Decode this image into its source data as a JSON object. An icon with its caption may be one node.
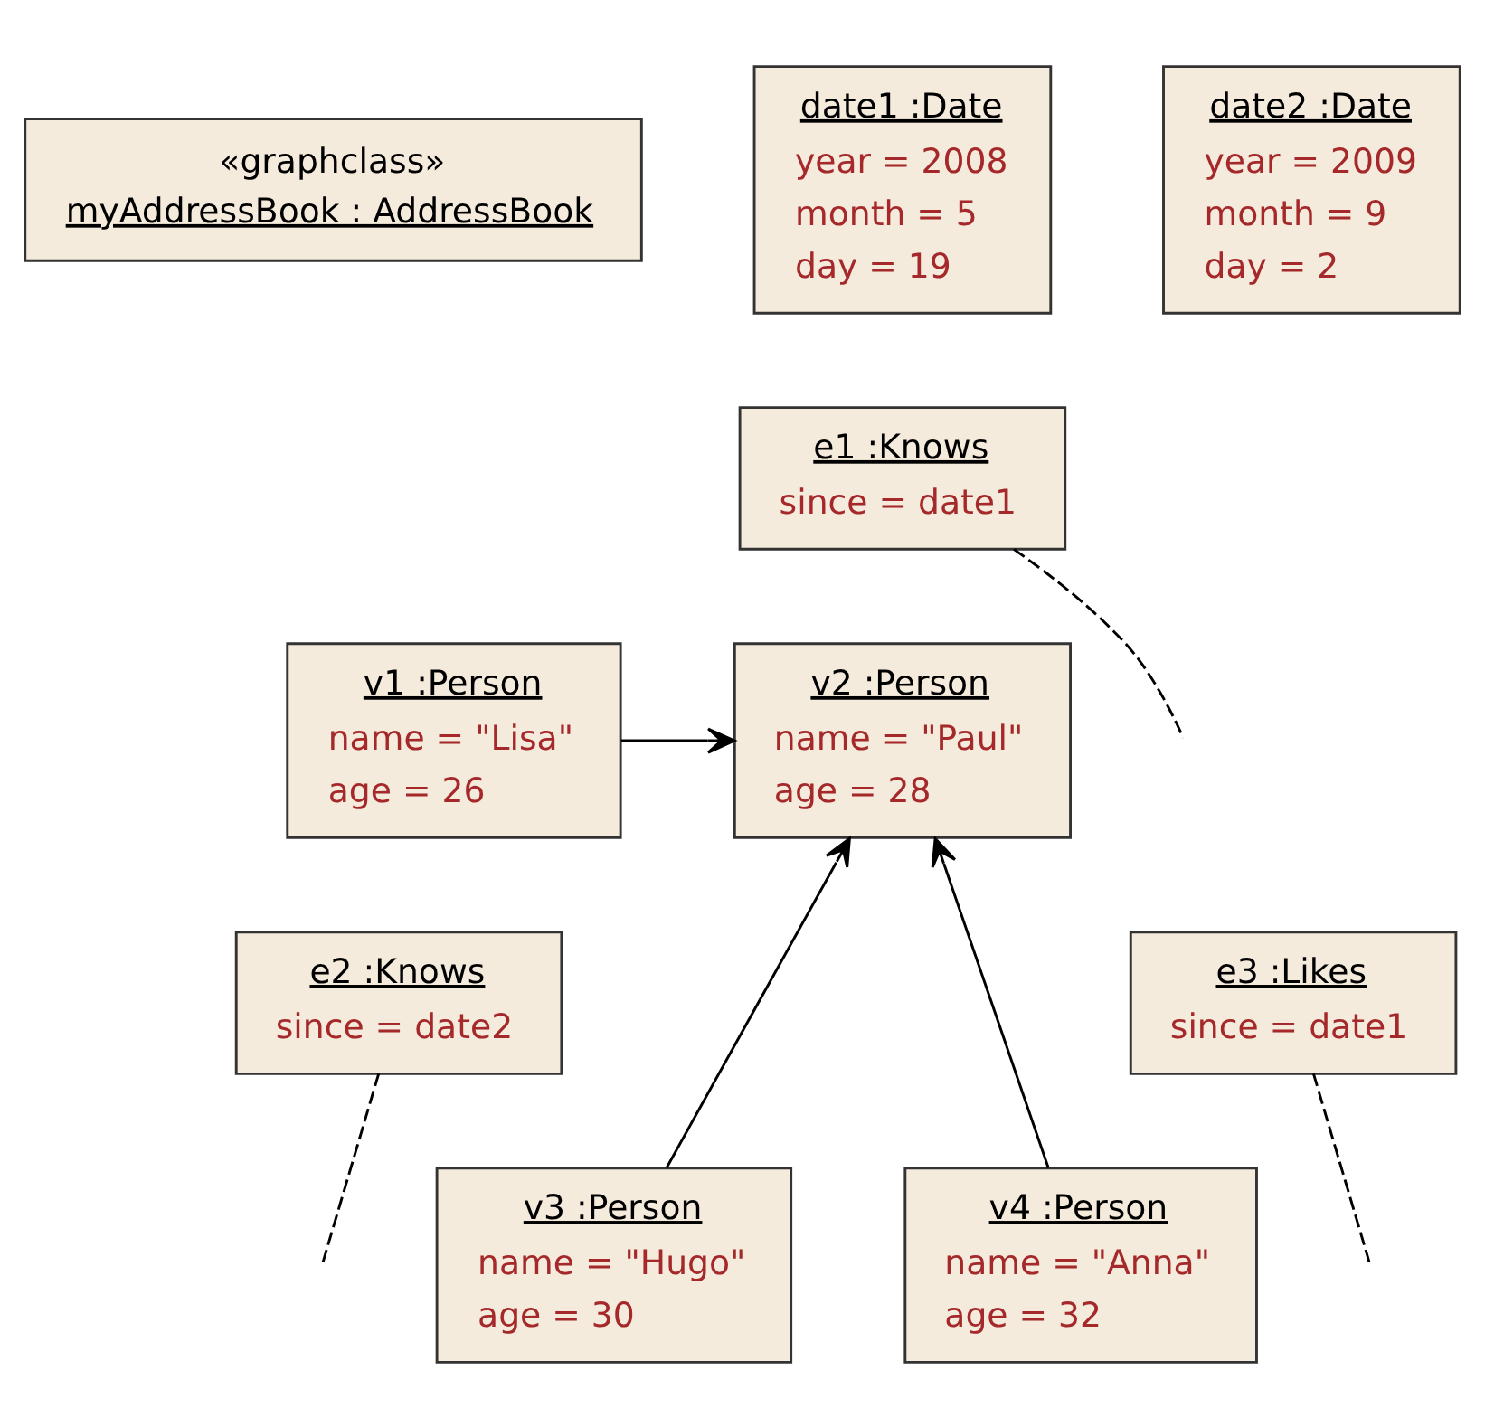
{
  "diagram": {
    "nodes": [
      {
        "text": [
          "«graphclass»",
          "myAddressBook : AddressBook"
        ]
      },
      {
        "text": [
          "date1 :Date",
          "year = 2008",
          "month = 5",
          "day = 19"
        ]
      },
      {
        "text": [
          "date2 :Date",
          "year = 2009",
          "month = 9",
          "day = 2"
        ]
      },
      {
        "text": [
          "e1 :Knows",
          "since = date1"
        ]
      },
      {
        "text": [
          "v1 :Person",
          "name = \"Lisa\"",
          "age = 26"
        ]
      },
      {
        "text": [
          "v2 :Person",
          "name = \"Paul\"",
          "age = 28"
        ]
      },
      {
        "text": [
          "e2 :Knows",
          "since = date2"
        ]
      },
      {
        "text": [
          "e3 :Likes",
          "since = date1"
        ]
      },
      {
        "text": [
          "v3 :Person",
          "name = \"Hugo\"",
          "age = 30"
        ]
      },
      {
        "text": [
          "v4 :Person",
          "name = \"Anna\"",
          "age = 32"
        ]
      }
    ],
    "edges": [
      {
        "from": 4,
        "to": 5,
        "arrow": "to"
      },
      {
        "from": 8,
        "to": 5,
        "arrow": "to"
      },
      {
        "from": 9,
        "to": 5,
        "arrow": "to"
      },
      {
        "from": 3,
        "to": null,
        "arrow": "none",
        "style": "dashed"
      },
      {
        "from": 6,
        "to": null,
        "arrow": "none",
        "style": "dashed"
      },
      {
        "from": 7,
        "to": null,
        "arrow": "none",
        "style": "dashed"
      }
    ]
  }
}
